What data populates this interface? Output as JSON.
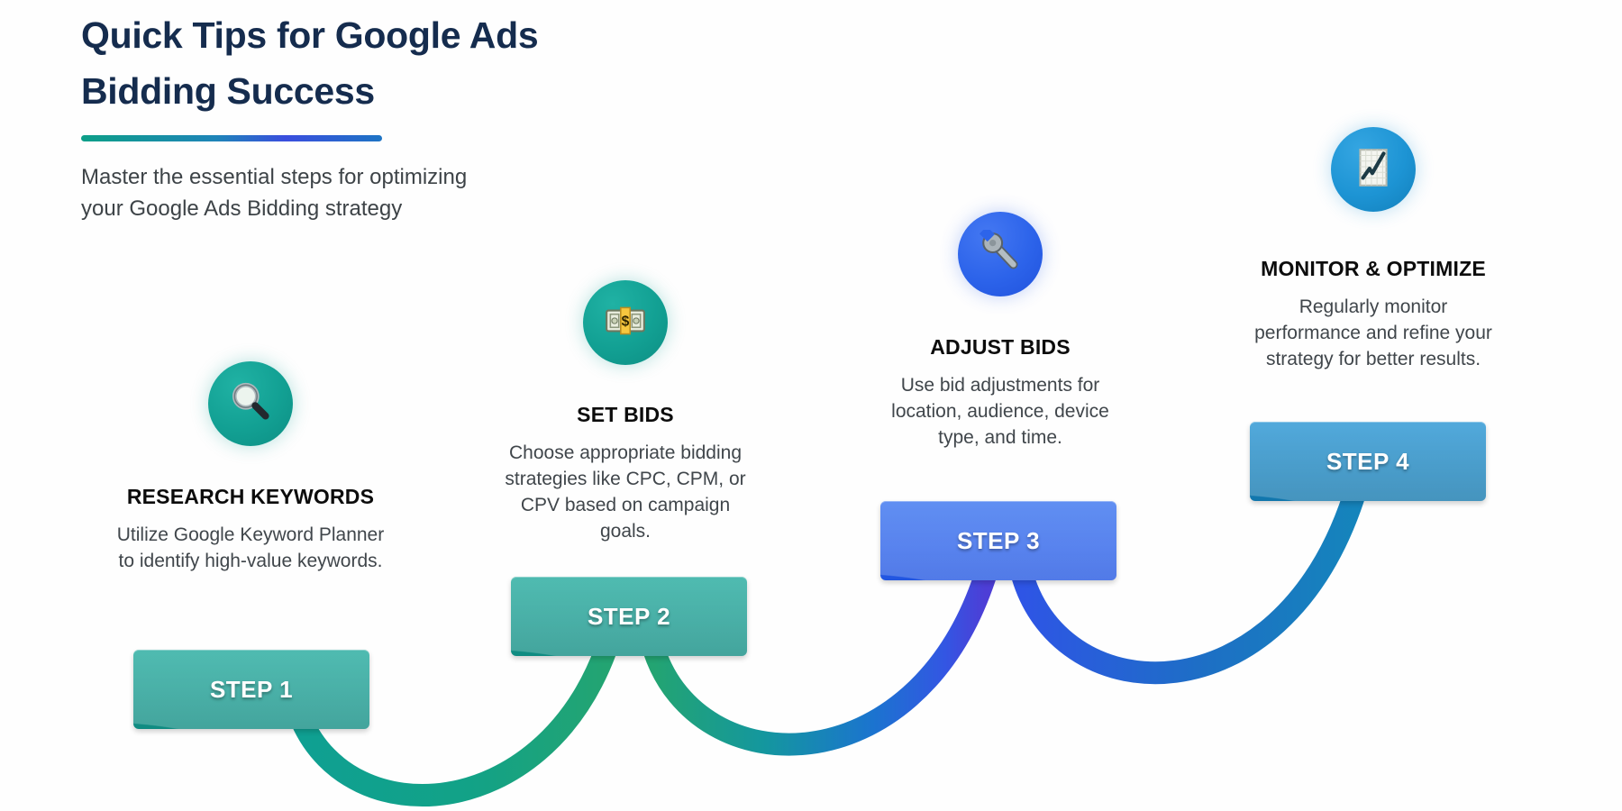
{
  "header": {
    "title_line1": "Quick Tips for Google Ads",
    "title_line2": "Bidding Success",
    "subtitle_line1": "Master the essential steps for optimizing",
    "subtitle_line2": "your Google Ads Bidding strategy"
  },
  "steps": [
    {
      "label": "STEP 1",
      "heading": "RESEARCH KEYWORDS",
      "description": "Utilize Google Keyword Planner to identify high-value keywords.",
      "icon": "magnifier-icon",
      "accent_color": "#14a093"
    },
    {
      "label": "STEP 2",
      "heading": "SET BIDS",
      "description": "Choose appropriate bidding strategies like CPC, CPM, or CPV based on campaign goals.",
      "icon": "money-banknote-icon",
      "accent_color": "#14a093"
    },
    {
      "label": "STEP 3",
      "heading": "ADJUST BIDS",
      "description": "Use bid adjustments for location, audience, device type, and time.",
      "icon": "wrench-icon",
      "accent_color": "#2b62ea"
    },
    {
      "label": "STEP 4",
      "heading": "MONITOR & OPTIMIZE",
      "description": "Regularly monitor performance and refine your strategy for better results.",
      "icon": "chart-increasing-icon",
      "accent_color": "#1682c0"
    }
  ],
  "colors": {
    "title": "#152c4e",
    "body_text": "#40464b",
    "teal": "#14a093",
    "green": "#23a472",
    "royal_blue": "#2b62ea",
    "indigo": "#4d3ed6",
    "steel_blue": "#1682c0",
    "underline_gradient": [
      "#0d9f88",
      "#3a4ede",
      "#1d74c4"
    ]
  }
}
